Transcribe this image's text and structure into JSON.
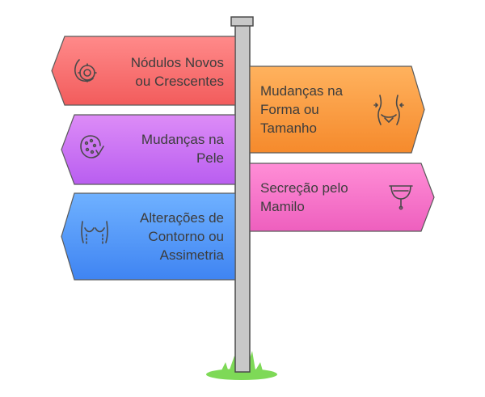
{
  "colors": {
    "pole": "#c8c8c8",
    "pole_stroke": "#4a4a4a",
    "grass": "#7ed957",
    "text": "#3d3d3d"
  },
  "signs": [
    {
      "id": "nodulos",
      "side": "left",
      "lines": [
        "Nódulos Novos",
        "ou Crescentes"
      ],
      "icon": "lump-icon",
      "color_top": "#ff8a8a",
      "color_bottom": "#f25c5c"
    },
    {
      "id": "forma",
      "side": "right",
      "lines": [
        "Mudanças na",
        "Forma ou",
        "Tamanho"
      ],
      "icon": "body-shape-icon",
      "color_top": "#ffb25e",
      "color_bottom": "#f58a2c"
    },
    {
      "id": "pele",
      "side": "left",
      "lines": [
        "Mudanças na",
        "Pele"
      ],
      "icon": "skin-icon",
      "color_top": "#dd8cf7",
      "color_bottom": "#b95ef0"
    },
    {
      "id": "secrecao",
      "side": "right",
      "lines": [
        "Secreção pelo",
        "Mamilo"
      ],
      "icon": "discharge-cup-icon",
      "color_top": "#ff8ed6",
      "color_bottom": "#ee5fbe"
    },
    {
      "id": "contorno",
      "side": "left",
      "lines": [
        "Alterações de",
        "Contorno ou",
        "Assimetria"
      ],
      "icon": "contour-icon",
      "color_top": "#6fb1ff",
      "color_bottom": "#3f84f2"
    }
  ]
}
